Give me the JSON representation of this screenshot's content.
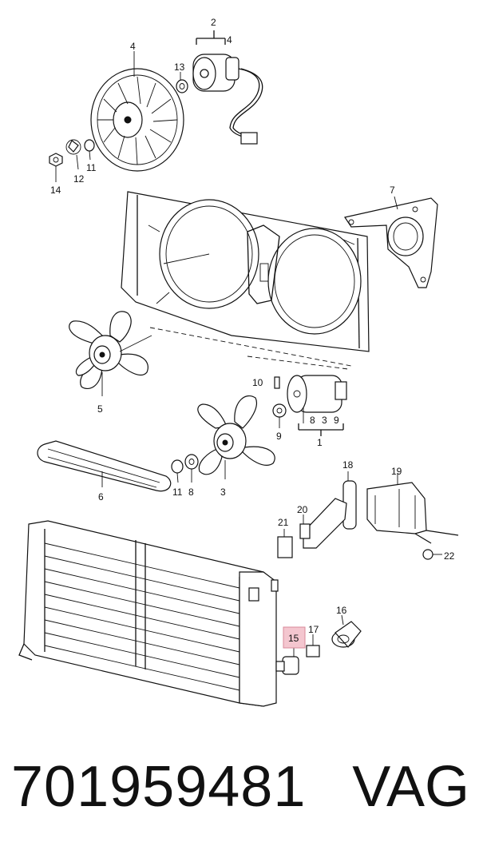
{
  "diagram": {
    "callouts": {
      "c1": "1",
      "c2": "2",
      "c3": "3",
      "c4a": "4",
      "c4b": "4",
      "c5": "5",
      "c6": "6",
      "c7": "7",
      "c8a": "8",
      "c8b": "8",
      "c3b": "3",
      "c9a": "9",
      "c9b": "9",
      "c10": "10",
      "c11a": "11",
      "c11b": "11",
      "c12": "12",
      "c13": "13",
      "c14": "14",
      "c15": "15",
      "c16": "16",
      "c17": "17",
      "c18": "18",
      "c19": "19",
      "c20": "20",
      "c21": "21",
      "c22": "22"
    },
    "highlight_color": "#f4c6cf",
    "highlighted_part": "15"
  },
  "footer": {
    "part_number": "701959481",
    "brand": "VAG"
  }
}
